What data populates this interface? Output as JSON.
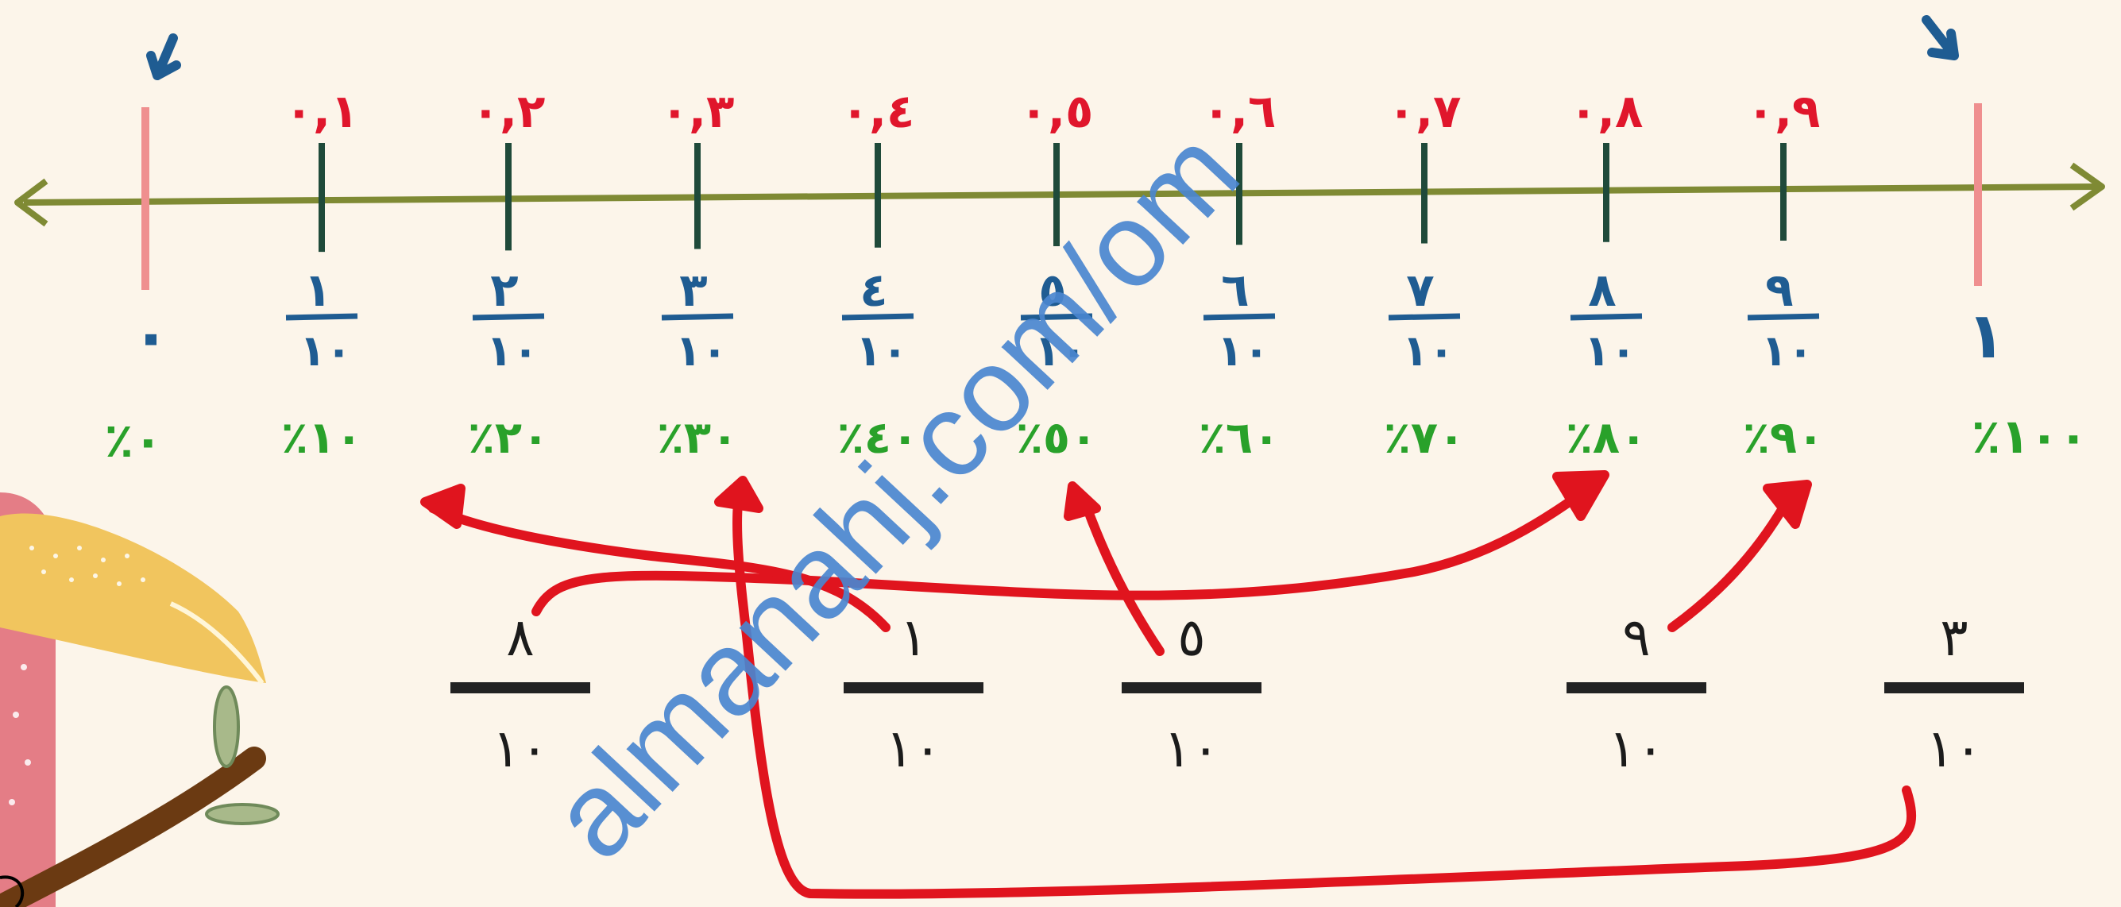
{
  "watermark": "almanahj.com/om",
  "markers": {
    "zero": "٠",
    "one": "١"
  },
  "ticks": [
    {
      "decimal": "٠,١",
      "numerator": "١",
      "denominator": "١٠",
      "percent": "٪١٠"
    },
    {
      "decimal": "٠,٢",
      "numerator": "٢",
      "denominator": "١٠",
      "percent": "٪٢٠"
    },
    {
      "decimal": "٠,٣",
      "numerator": "٣",
      "denominator": "١٠",
      "percent": "٪٣٠"
    },
    {
      "decimal": "٠,٤",
      "numerator": "٤",
      "denominator": "١٠",
      "percent": "٪٤٠"
    },
    {
      "decimal": "٠,٥",
      "numerator": "٥",
      "denominator": "١٠",
      "percent": "٪٥٠"
    },
    {
      "decimal": "٠,٦",
      "numerator": "٦",
      "denominator": "١٠",
      "percent": "٪٦٠"
    },
    {
      "decimal": "٠,٧",
      "numerator": "٧",
      "denominator": "١٠",
      "percent": "٪٧٠"
    },
    {
      "decimal": "٠,٨",
      "numerator": "٨",
      "denominator": "١٠",
      "percent": "٪٨٠"
    },
    {
      "decimal": "٠,٩",
      "numerator": "٩",
      "denominator": "١٠",
      "percent": "٪٩٠"
    }
  ],
  "percent_ends": {
    "zero": "٪٠",
    "hundred": "٪١٠٠"
  },
  "fractions": [
    {
      "numerator": "٨",
      "denominator": "١٠"
    },
    {
      "numerator": "١",
      "denominator": "١٠"
    },
    {
      "numerator": "٥",
      "denominator": "١٠"
    },
    {
      "numerator": "٩",
      "denominator": "١٠"
    },
    {
      "numerator": "٣",
      "denominator": "١٠"
    }
  ],
  "colors": {
    "axis": "#7f8a34",
    "tick": "#1f4a3a",
    "decimal_text": "#e0162c",
    "fraction_text": "#1f5c92",
    "percent_text": "#29a12a",
    "arrows": "#e0141e",
    "end_marker": "#ef8f8f",
    "watermark": "#4a86cf"
  }
}
